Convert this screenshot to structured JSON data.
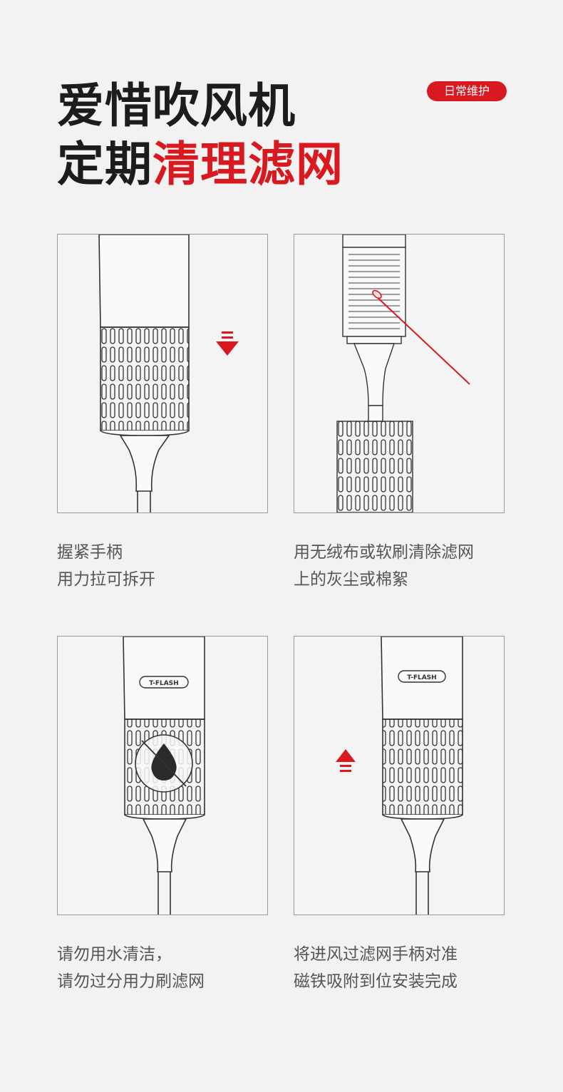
{
  "header": {
    "title_line1": "爱惜吹风机",
    "title_line2_prefix": "定期",
    "title_line2_accent": "清理滤网",
    "tag": "日常维护"
  },
  "colors": {
    "accent": "#d81920",
    "dark": "#1c1c1c",
    "caption": "#555555"
  },
  "steps": [
    {
      "line1": "握紧手柄",
      "line2": "用力拉可拆开",
      "arrow": "down"
    },
    {
      "line1": "用无绒布或软刷清除滤网",
      "line2": "上的灰尘或棉絮",
      "tool": "swab"
    },
    {
      "line1": "请勿用水清洁，",
      "line2": "请勿过分用力刷滤网",
      "brand": "T-FLASH",
      "icon": "no-water-icon"
    },
    {
      "line1": "将进风过滤网手柄对准",
      "line2": "磁铁吸附到位安装完成",
      "brand": "T-FLASH",
      "arrow": "up"
    }
  ]
}
